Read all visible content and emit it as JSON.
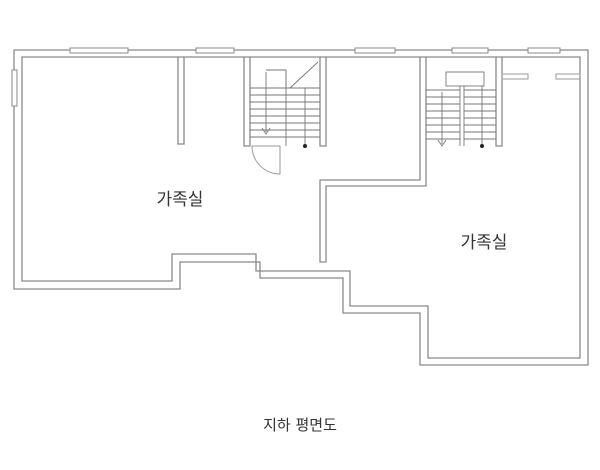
{
  "rooms": [
    {
      "label": "가족실"
    },
    {
      "label": "가족실"
    }
  ],
  "caption": "지하 평면도"
}
